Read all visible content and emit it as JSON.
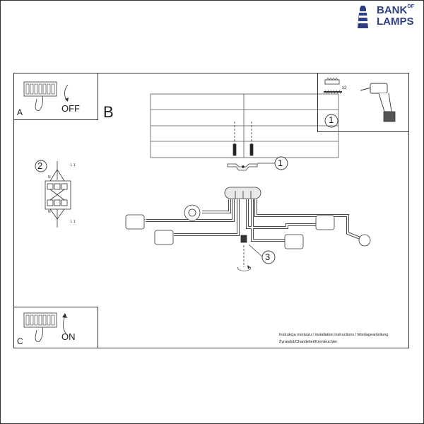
{
  "logo": {
    "line1": "BANK",
    "of": "OF",
    "line2": "LAMPS",
    "color": "#2e3f85"
  },
  "panels": {
    "a": {
      "letter": "A",
      "state": "OFF"
    },
    "b": {
      "letter": "B"
    },
    "c": {
      "letter": "C",
      "state": "ON"
    }
  },
  "steps": {
    "s1_tools": "1",
    "s1_bracket": "1",
    "s2": "2",
    "s3": "3"
  },
  "tools": {
    "multiplier": "x2"
  },
  "wiring": {
    "l1_top": "L 1",
    "n_top": "N",
    "l1_bottom": "L 1",
    "n_bottom": "N"
  },
  "caption": {
    "line1": "Instrukcja montażu / installation instructions / Montageanleitung",
    "line2": "Żyrandol/Chandelier/Kronleuchter"
  }
}
